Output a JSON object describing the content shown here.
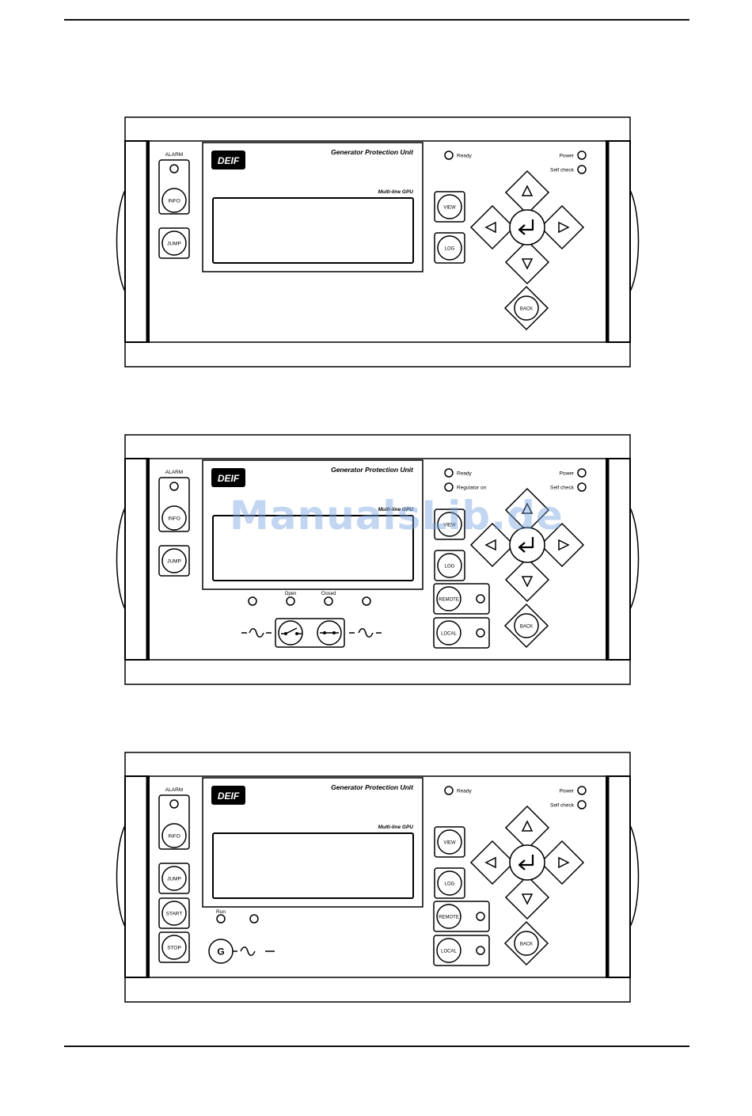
{
  "common": {
    "logo": "DEIF",
    "unit_title": "Generator Protection Unit",
    "model": "Multi-line GPU",
    "alarm": "ALARM",
    "info": "INFO",
    "jump": "JUMP",
    "view": "VIEW",
    "log": "LOG",
    "back": "BACK",
    "ready": "Ready",
    "power": "Power",
    "self_check": "Self check"
  },
  "panel2": {
    "regulator_on": "Regulator on",
    "open": "Open",
    "closed": "Closed",
    "remote": "REMOTE",
    "local": "LOCAL"
  },
  "panel3": {
    "start": "START",
    "stop": "STOP",
    "run": "Run",
    "remote": "REMOTE",
    "local": "LOCAL",
    "generator_symbol": "G"
  },
  "watermark": "ManualsLib.de"
}
